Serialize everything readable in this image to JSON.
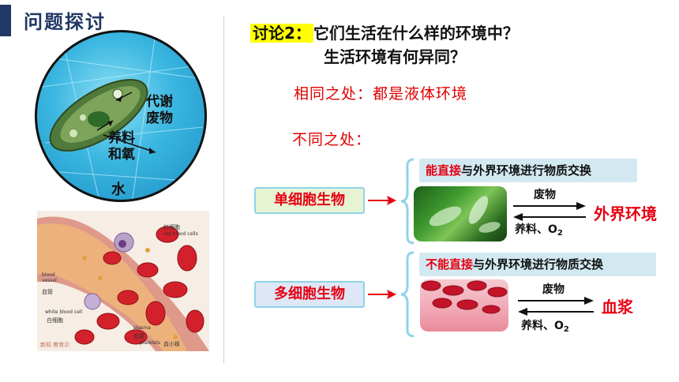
{
  "header": {
    "title": "问题探讨"
  },
  "left": {
    "paramecium": {
      "label_waste": [
        "代谢",
        "废物"
      ],
      "label_nutrients": [
        "养料",
        "和氧"
      ],
      "label_water": "水"
    },
    "blood": {
      "labels": {
        "red_cell_cn": "红细胞",
        "red_cell_en": "red blood cells",
        "vessel_en": "blood vessel",
        "vessel_cn": "血管",
        "white_cell_en": "white blood cell",
        "white_cell_cn": "白细胞",
        "plasma_en": "plasma",
        "plasma_cn": "血浆",
        "platelet_en": "platelets",
        "platelet_cn": "血小板"
      },
      "watermark": "新知 教育示"
    }
  },
  "discussion": {
    "label": "讨论2：",
    "question1": "它们生活在什么样的环境中？",
    "question2": "生活环境有何异同？",
    "same": "相同之处：都是液体环境",
    "diff": "不同之处："
  },
  "unicellular": {
    "box_label": "单细胞生物",
    "exchange_red": "能直接",
    "exchange_rest": "与外界环境进行物质交换",
    "waste": "废物",
    "nutrients": "养料、O",
    "o2_sub": "2",
    "target": "外界环境"
  },
  "multicellular": {
    "box_label": "多细胞生物",
    "exchange_red": "不能直接",
    "exchange_rest": "与外界环境进行物质交换",
    "waste": "废物",
    "nutrients": "养料、O",
    "o2_sub": "2",
    "target": "血浆"
  },
  "colors": {
    "accent": "#1f3864",
    "red": "#e60012",
    "highlight": "#ffff00",
    "bracket": "#8fd3e8"
  }
}
